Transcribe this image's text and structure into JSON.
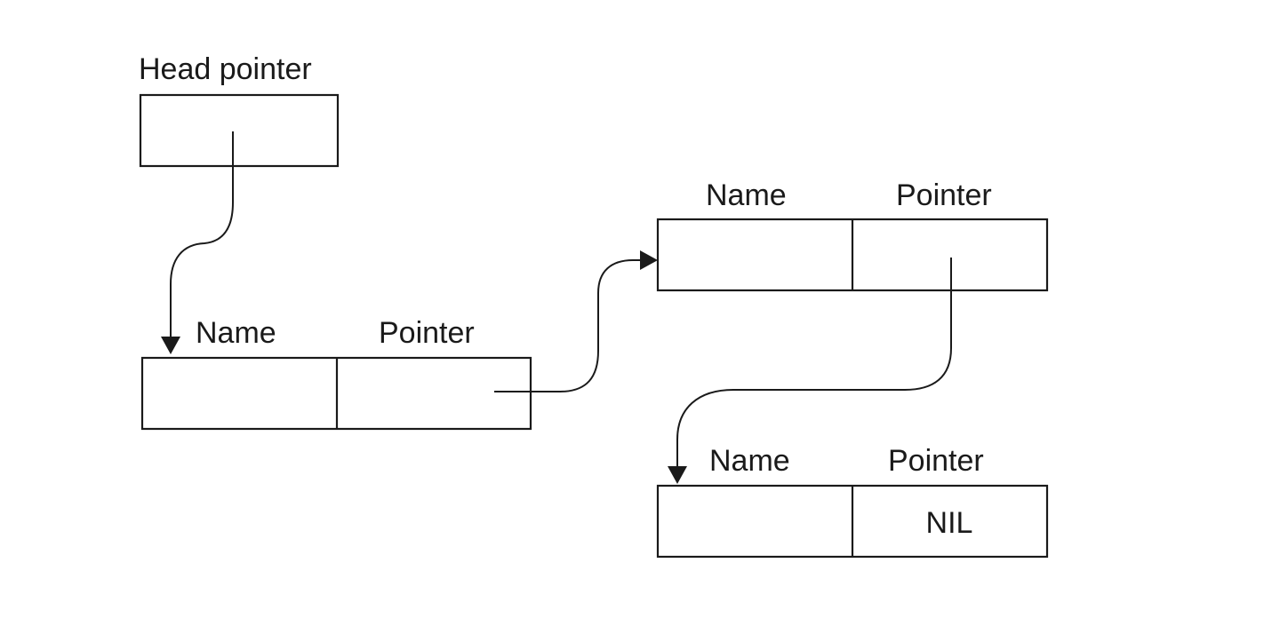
{
  "head": {
    "label": "Head pointer"
  },
  "nodes": [
    {
      "name_label": "Name",
      "pointer_label": "Pointer",
      "pointer_value": ""
    },
    {
      "name_label": "Name",
      "pointer_label": "Pointer",
      "pointer_value": ""
    },
    {
      "name_label": "Name",
      "pointer_label": "Pointer",
      "pointer_value": "NIL"
    }
  ],
  "colors": {
    "stroke": "#1a1a1a",
    "background": "#ffffff"
  }
}
